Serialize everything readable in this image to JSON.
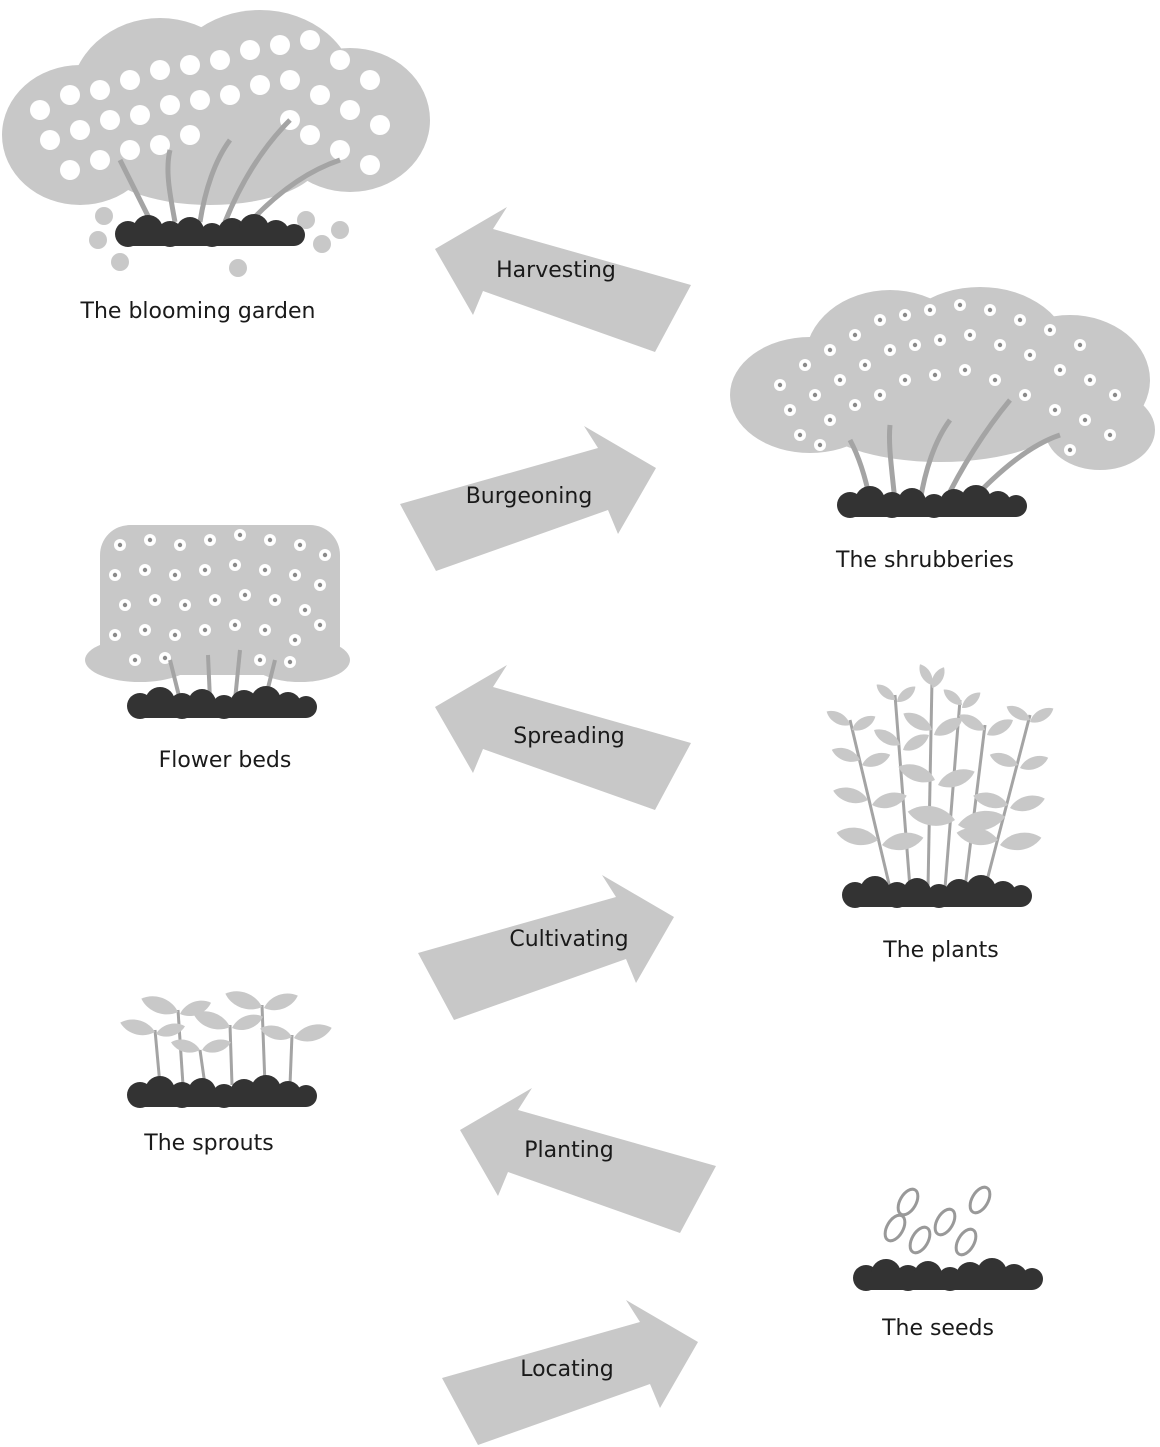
{
  "colors": {
    "background": "#ffffff",
    "foliage": "#c8c8c8",
    "stem": "#a4a4a4",
    "soil": "#333333",
    "arrow": "#c8c8c8",
    "flower": "#ffffff",
    "text": "#1a1a1a"
  },
  "stages": {
    "blooming_garden": "The blooming garden",
    "shrubberies": "The shrubberies",
    "flower_beds": "Flower beds",
    "plants": "The plants",
    "sprouts": "The sprouts",
    "seeds": "The seeds"
  },
  "arrows": {
    "harvesting": "Harvesting",
    "burgeoning": "Burgeoning",
    "spreading": "Spreading",
    "cultivating": "Cultivating",
    "planting": "Planting",
    "locating": "Locating"
  }
}
